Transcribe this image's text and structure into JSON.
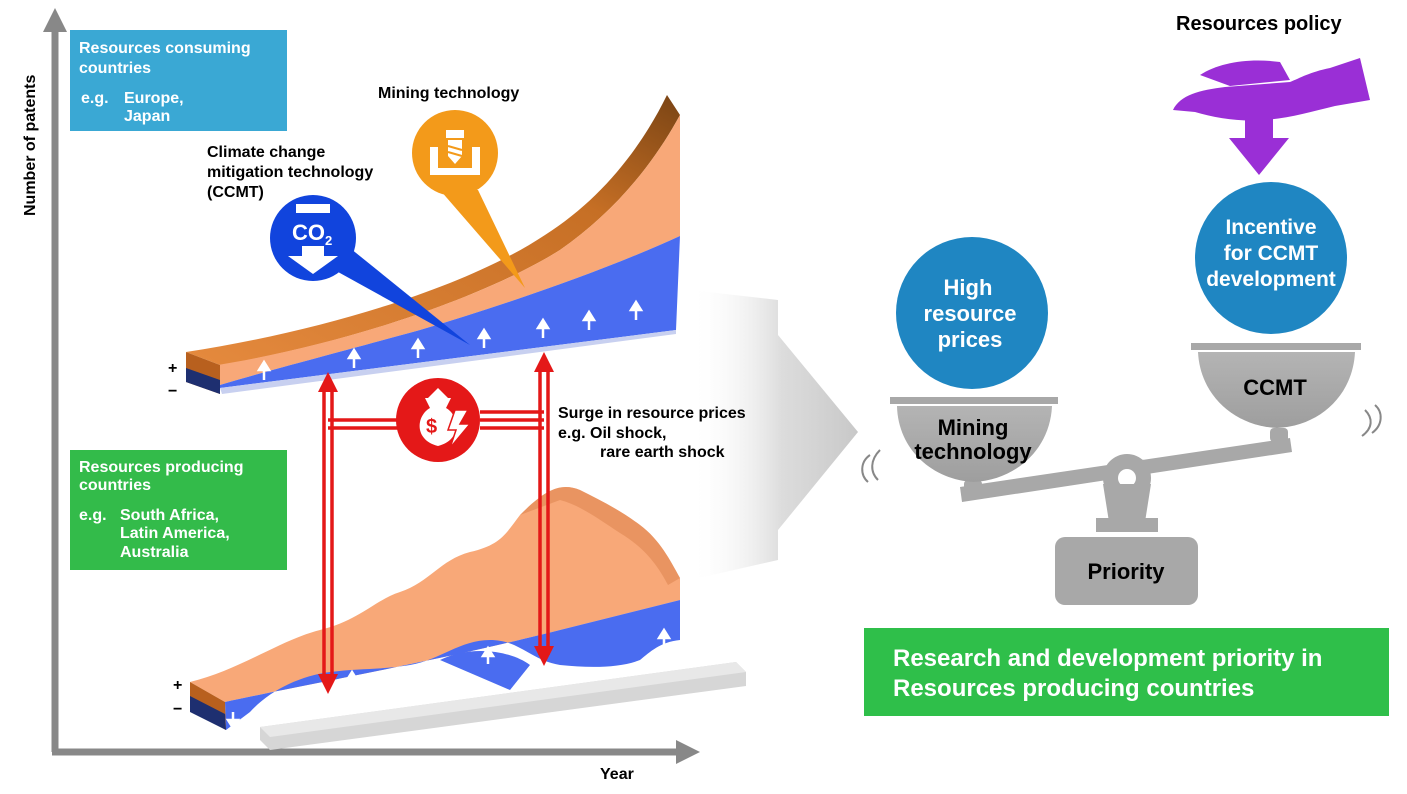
{
  "axes": {
    "y_label": "Number of patents",
    "x_label": "Year"
  },
  "consuming_box": {
    "title_line1": "Resources consuming",
    "title_line2": "countries",
    "eg_prefix": "e.g.",
    "eg_line1": "Europe,",
    "eg_line2": "Japan",
    "color": "#3aa8d4"
  },
  "producing_box": {
    "title_line1": "Resources producing",
    "title_line2": "countries",
    "eg_prefix": "e.g.",
    "eg_line1": "South Africa,",
    "eg_line2": "Latin America,",
    "eg_line3": "Australia",
    "color": "#33bb4a"
  },
  "labels": {
    "mining_technology": "Mining technology",
    "ccmt_line1": "Climate change",
    "ccmt_line2": "mitigation technology",
    "ccmt_line3": "(CCMT)",
    "co2_icon_text": "CO",
    "co2_icon_sub": "2",
    "surge_line1": "Surge in resource prices",
    "surge_line2": "e.g. Oil shock,",
    "surge_line3": "rare earth shock",
    "plus": "+",
    "minus": "−",
    "dollar": "$"
  },
  "scale": {
    "policy_title": "Resources policy",
    "incentive_line1": "Incentive",
    "incentive_line2": "for CCMT",
    "incentive_line3": "development",
    "high_line1": "High",
    "high_line2": "resource",
    "high_line3": "prices",
    "mining_pan_line1": "Mining",
    "mining_pan_line2": "technology",
    "ccmt_pan": "CCMT",
    "priority": "Priority"
  },
  "banner": {
    "line1": "Research and development priority in",
    "line2": "Resources producing countries",
    "color": "#2fbf4a"
  },
  "colors": {
    "orange": "#f8a878",
    "orange_dark": "#b8601e",
    "blue": "#4a6cf0",
    "red": "#e41818",
    "circle_blue": "#1f86c2",
    "purple": "#9a2fd6",
    "grey": "#a8a8a8"
  }
}
